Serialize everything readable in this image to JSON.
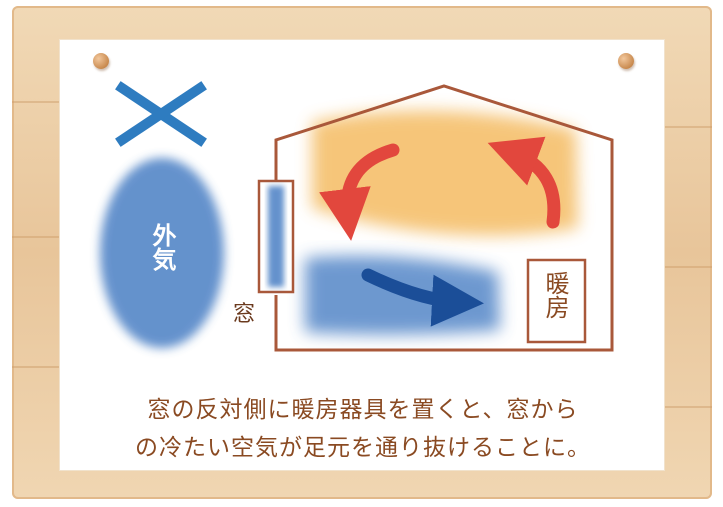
{
  "labels": {
    "outside_air": "外気",
    "window": "窓",
    "heater": "暖房"
  },
  "caption": {
    "line1": "窓の反対側に暖房器具を置くと、窓から",
    "line2": "の冷たい空気が足元を通り抜けることに。"
  },
  "icons": {
    "mark": "cross-mark-icon"
  },
  "colors": {
    "cross": "#2e7cc0",
    "cold": "#4a7fc4",
    "warm": "#f3b24d",
    "red_arrow": "#e2473d",
    "blue_arrow": "#1b4e98",
    "house_line": "#a9583a",
    "caption_text": "#8a4a22"
  }
}
